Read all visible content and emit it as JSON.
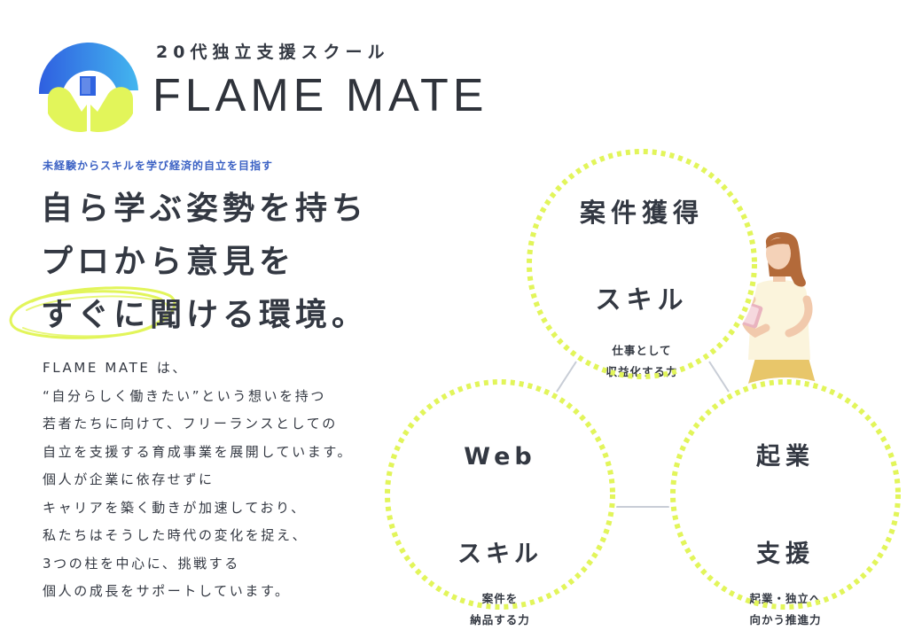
{
  "brand": {
    "subtitle": "20代独立支援スクール",
    "name": "FLAME MATE"
  },
  "tagline": "未経験からスキルを学び経済的自立を目指す",
  "headline": [
    "自ら学ぶ姿勢を持ち",
    "プロから意見を",
    "すぐに聞ける環境。"
  ],
  "description": [
    "FLAME MATE は、",
    "“自分らしく働きたい”という想いを持つ",
    "若者たちに向けて、フリーランスとしての",
    "自立を支援する育成事業を展開しています。",
    "個人が企業に依存せずに",
    "キャリアを築く動きが加速しており、",
    "私たちはそうした時代の変化を捉え、",
    "3つの柱を中心に、挑戦する",
    "個人の成長をサポートしています。"
  ],
  "pillars": [
    {
      "title": [
        "案件獲得",
        "スキル"
      ],
      "subtitle": [
        "仕事として",
        "収益化する力"
      ]
    },
    {
      "title": [
        "Web",
        "スキル"
      ],
      "subtitle": [
        "案件を",
        "納品する力"
      ]
    },
    {
      "title": [
        "起業",
        "支援"
      ],
      "subtitle": [
        "起業・独立へ",
        "向かう推進力"
      ]
    }
  ],
  "colors": {
    "text": "#333842",
    "accent_blue": "#3c62c4",
    "accent_lime": "#e2f55a",
    "logo_blue": "#2f63e0"
  },
  "icons": {
    "logo": "flame-mate-logo-icon",
    "person": "woman-with-tablet-illustration"
  }
}
